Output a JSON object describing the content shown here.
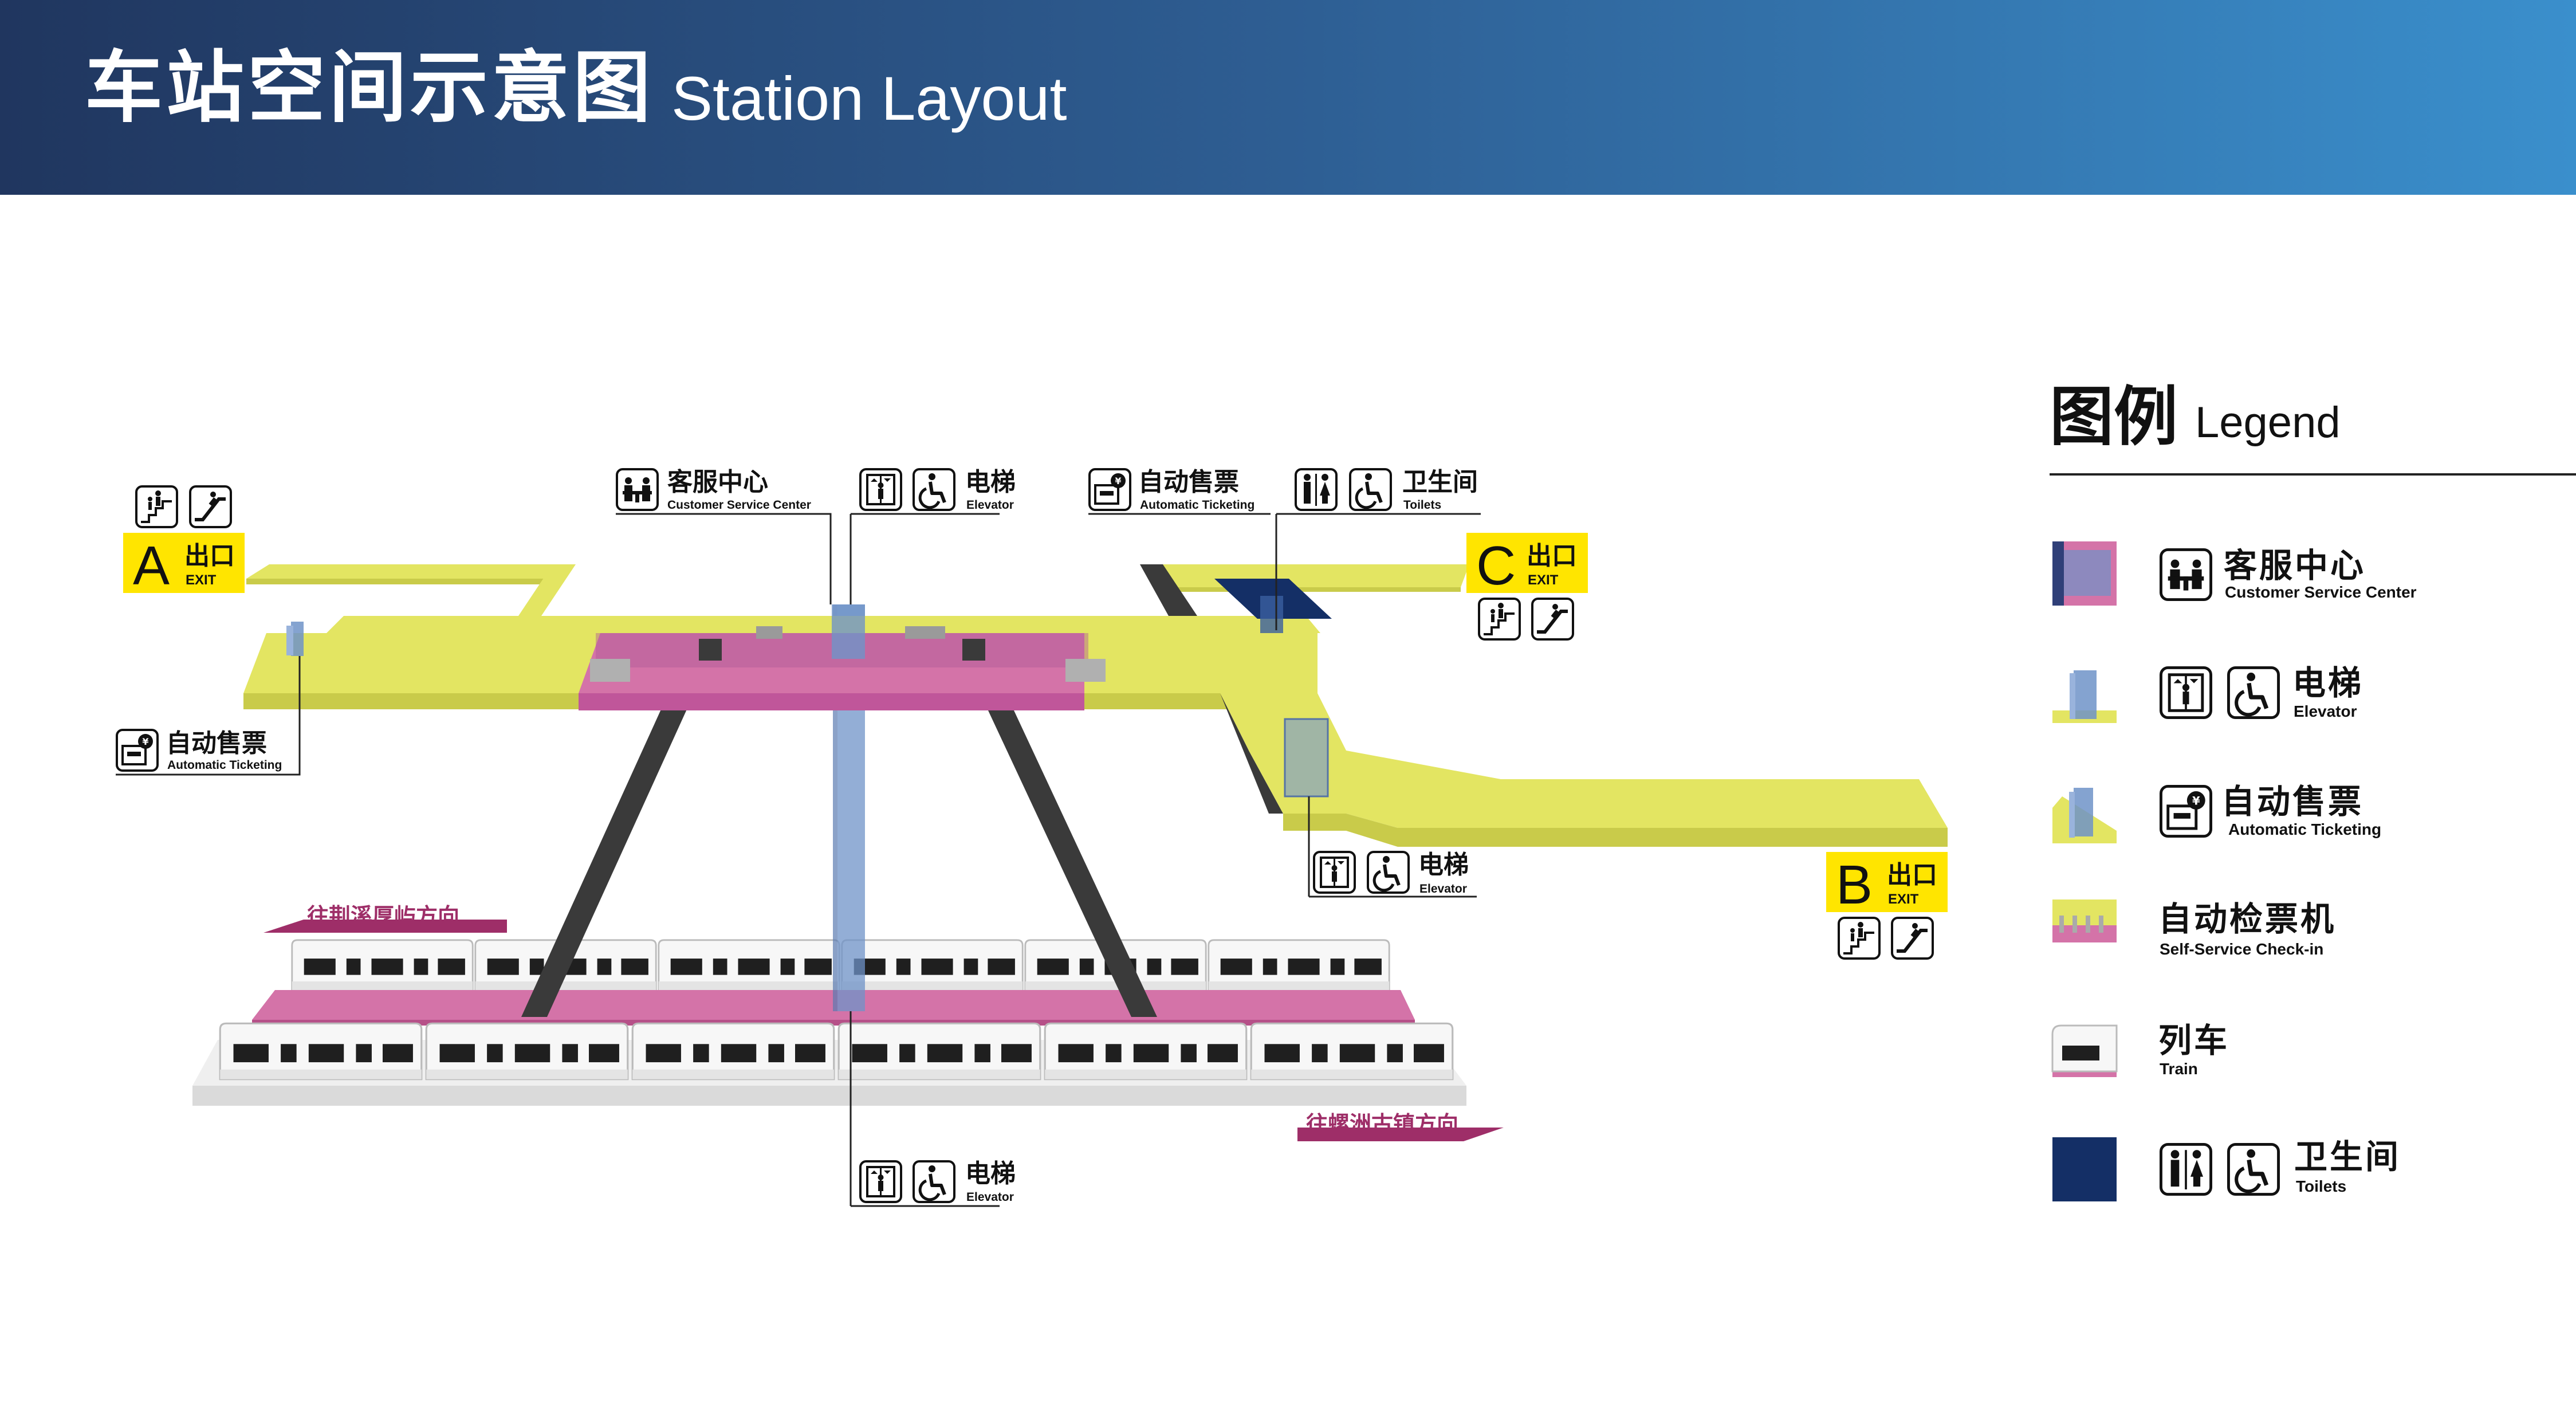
{
  "header": {
    "title_zh": "车站空间示意图",
    "title_en": "Station Layout"
  },
  "exits": {
    "a": {
      "letter": "A",
      "zh": "出口",
      "en": "EXIT"
    },
    "b": {
      "letter": "B",
      "zh": "出口",
      "en": "EXIT"
    },
    "c": {
      "letter": "C",
      "zh": "出口",
      "en": "EXIT"
    }
  },
  "labels": {
    "csc_zh": "客服中心",
    "csc_en": "Customer Service Center",
    "elevator_zh": "电梯",
    "elevator_en": "Elevator",
    "ticket_zh": "自动售票",
    "ticket_en": "Automatic Ticketing",
    "toilet_zh": "卫生间",
    "toilet_en": "Toilets"
  },
  "directions": {
    "upper": "往荆溪厚屿方向",
    "lower": "往螺洲古镇方向"
  },
  "legend": {
    "title_zh": "图例",
    "title_en": "Legend",
    "items": [
      {
        "zh": "客服中心",
        "en": "Customer Service Center"
      },
      {
        "zh": "电梯",
        "en": "Elevator"
      },
      {
        "zh": "自动售票",
        "en": "Automatic Ticketing"
      },
      {
        "zh": "自动检票机",
        "en": "Self-Service Check-in"
      },
      {
        "zh": "列车",
        "en": "Train"
      },
      {
        "zh": "卫生间",
        "en": "Toilets"
      }
    ]
  },
  "icons": [
    "stairs-icon",
    "escalator-icon",
    "customer-service-icon",
    "elevator-icon",
    "wheelchair-icon",
    "ticket-machine-icon",
    "toilet-icon"
  ],
  "colors": {
    "concourse": "#e3e562",
    "paid_area": "#d473a8",
    "elevator": "#6f93c8",
    "toilet": "#142f66",
    "exit_sign": "#ffe500",
    "direction": "#9e2e68",
    "header_start": "#20365f",
    "header_end": "#3a8fcc"
  }
}
